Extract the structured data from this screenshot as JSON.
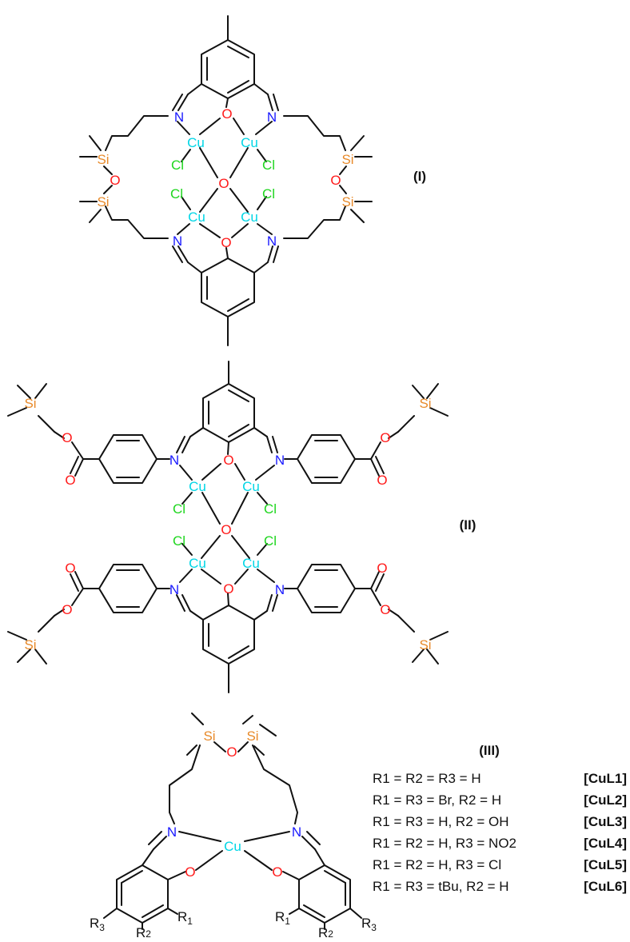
{
  "colors": {
    "bond": "#111111",
    "N": "#1a1aff",
    "O": "#ff1a1a",
    "Cu": "#00d6e6",
    "Cl": "#1ed61e",
    "Si": "#e88a2a"
  },
  "compounds": {
    "I": {
      "label": "(I)"
    },
    "II": {
      "label": "(II)"
    },
    "III": {
      "label": "(III)"
    }
  },
  "atoms": {
    "N": "N",
    "O": "O",
    "Cu": "Cu",
    "Cl": "Cl",
    "Si": "Si",
    "R": "R",
    "r1": "1",
    "r2": "2",
    "r3": "3"
  },
  "substituents": [
    {
      "condition": "R1 = R2 = R3 = H",
      "compound": "[CuL1]"
    },
    {
      "condition": "R1 = R3 = Br, R2 = H",
      "compound": "[CuL2]"
    },
    {
      "condition": "R1 = R3 = H, R2 = OH",
      "compound": "[CuL3]"
    },
    {
      "condition": "R1 = R2 = H, R3 = NO2",
      "compound": "[CuL4]"
    },
    {
      "condition": "R1 = R2 = H, R3 = Cl",
      "compound": "[CuL5]"
    },
    {
      "condition": "R1 = R3 = tBu, R2 = H",
      "compound": "[CuL6]"
    }
  ]
}
